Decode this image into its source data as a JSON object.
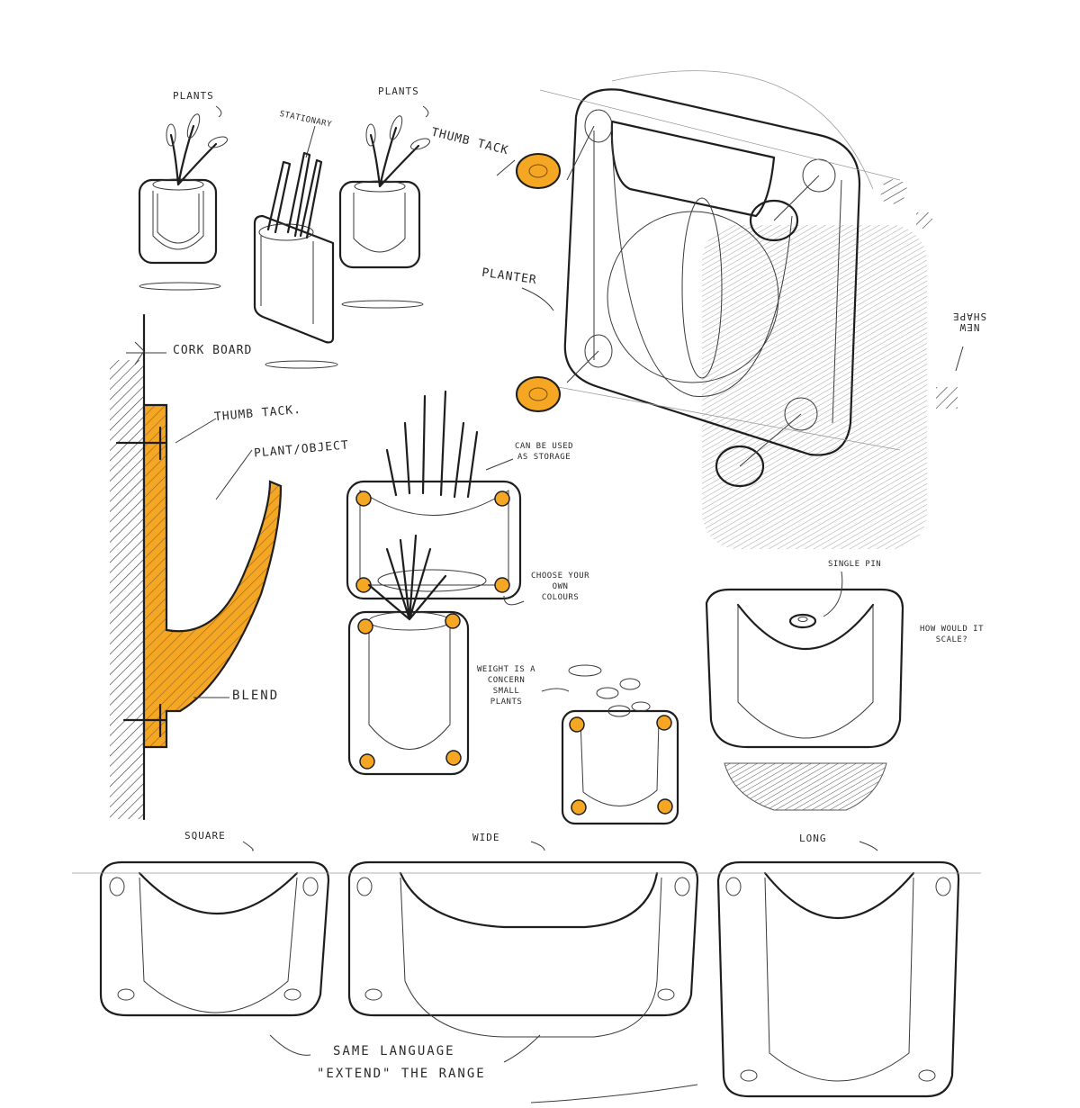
{
  "annotations": {
    "plants_left": "PLANTS",
    "plants_right": "PLANTS",
    "stationary": "STATIONARY",
    "thumb_tack_top": "THUMB TACK",
    "planter": "PLANTER",
    "cork_board": "CORK BOARD",
    "thumb_tack_section": "THUMB TACK.",
    "plant_object": "PLANT/OBJECT",
    "blend": "BLEND",
    "storage": "CAN BE USED\nAS STORAGE",
    "colours": "CHOOSE YOUR\nOWN\nCOLOURS",
    "weight": "WEIGHT IS A\nCONCERN\nSMALL\nPLANTS",
    "single_pin": "SINGLE PIN",
    "scale": "HOW WOULD IT\nSCALE?",
    "side_note": "NEW\nSHAPE",
    "square": "SQUARE",
    "wide": "WIDE",
    "long": "LONG",
    "same_language": "SAME LANGUAGE",
    "extend": "\"EXTEND\" THE RANGE"
  },
  "colors": {
    "accent": "#f5a623",
    "ink": "#1e1e1e"
  }
}
